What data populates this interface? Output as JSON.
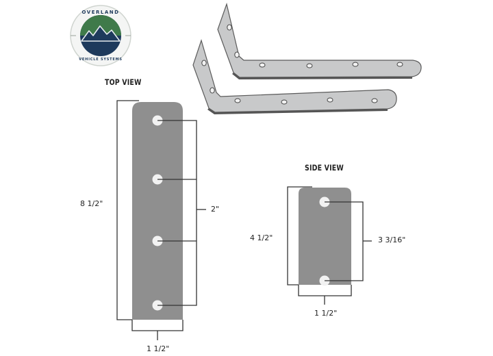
{
  "brand": {
    "name_top": "OVERLAND",
    "name_bottom": "VEHICLE SYSTEMS",
    "colors": {
      "green": "#3f7a4a",
      "navy": "#1e3a5c",
      "ring": "#e9ece9"
    }
  },
  "top_view": {
    "title": "TOP VIEW",
    "length_label": "8 1/2\"",
    "hole_spacing_label": "2\"",
    "width_label": "1 1/2\"",
    "hole_count": 4
  },
  "side_view": {
    "title": "SIDE VIEW",
    "length_label": "4 1/2\"",
    "hole_spacing_label": "3 3/16\"",
    "width_label": "1 1/2\"",
    "hole_count": 2
  },
  "brackets": {
    "count": 2,
    "holes_per_bracket": 6
  },
  "colors": {
    "plate": "#8f8f8f",
    "bracket": "#c8c9ca",
    "bracket_edge": "#5a5a5a",
    "dimension_line": "#333333",
    "hole": "#f2f2f2"
  }
}
